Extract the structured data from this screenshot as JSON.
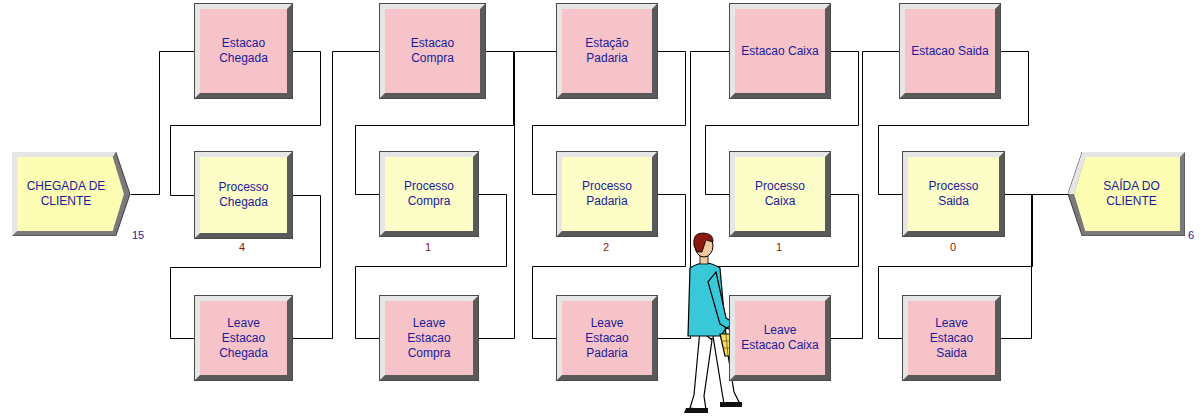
{
  "diagram": {
    "nodes": [
      {
        "text": [
          "CHEGADA DE CLIENTE"
        ]
      },
      {
        "text": [
          "Estacao Chegada"
        ]
      },
      {
        "text": [
          "Processo Chegada"
        ]
      },
      {
        "text": [
          "Leave Estacao Chegada"
        ]
      },
      {
        "text": [
          "Estacao Compra"
        ]
      },
      {
        "text": [
          "Processo Compra"
        ]
      },
      {
        "text": [
          "Leave Estacao Compra"
        ]
      },
      {
        "text": [
          "Estação Padaria"
        ]
      },
      {
        "text": [
          "Processo Padaria"
        ]
      },
      {
        "text": [
          "Leave Estacao Padaria"
        ]
      },
      {
        "text": [
          "Estacao Caixa"
        ]
      },
      {
        "text": [
          "Processo Caixa"
        ]
      },
      {
        "text": [
          "Leave Estacao Caixa"
        ]
      },
      {
        "text": [
          "Estacao Saida"
        ]
      },
      {
        "text": [
          "Processo Saida"
        ]
      },
      {
        "text": [
          "Leave Estacao Saida"
        ]
      },
      {
        "text": [
          "SAÍDA DO CLIENTE"
        ]
      }
    ],
    "edges": [
      {
        "from": 0,
        "to": 1,
        "arrow": "none"
      },
      {
        "from": 1,
        "to": 2,
        "arrow": "none"
      },
      {
        "from": 2,
        "to": 3,
        "arrow": "none"
      },
      {
        "from": 3,
        "to": 4,
        "arrow": "none"
      },
      {
        "from": 4,
        "to": 5,
        "arrow": "none"
      },
      {
        "from": 5,
        "to": 6,
        "arrow": "none"
      },
      {
        "from": 6,
        "to": 7,
        "arrow": "none"
      },
      {
        "from": 7,
        "to": 8,
        "arrow": "none"
      },
      {
        "from": 8,
        "to": 9,
        "arrow": "none"
      },
      {
        "from": 9,
        "to": 10,
        "arrow": "none"
      },
      {
        "from": 10,
        "to": 11,
        "arrow": "none"
      },
      {
        "from": 11,
        "to": 12,
        "arrow": "none"
      },
      {
        "from": 12,
        "to": 13,
        "arrow": "none"
      },
      {
        "from": 13,
        "to": 14,
        "arrow": "none"
      },
      {
        "from": 14,
        "to": 15,
        "arrow": "none"
      },
      {
        "from": 15,
        "to": 16,
        "arrow": "none"
      }
    ],
    "labels": [
      "15",
      "4",
      "1",
      "2",
      "1",
      "0",
      "6"
    ]
  }
}
